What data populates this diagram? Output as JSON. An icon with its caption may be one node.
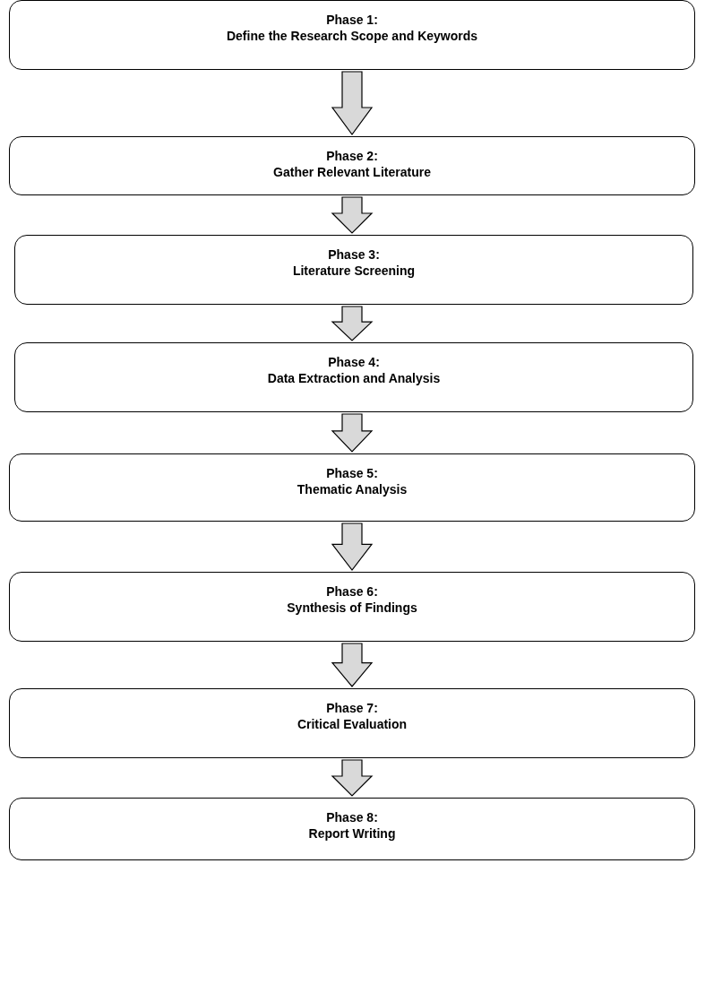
{
  "diagram": {
    "nodes": [
      {
        "text": [
          "Phase 1:",
          "Define the Research Scope and Keywords"
        ]
      },
      {
        "text": [
          "Phase 2:",
          "Gather Relevant Literature"
        ]
      },
      {
        "text": [
          "Phase 3:",
          "Literature Screening"
        ]
      },
      {
        "text": [
          "Phase 4:",
          "Data Extraction and Analysis"
        ]
      },
      {
        "text": [
          "Phase 5:",
          "Thematic Analysis"
        ]
      },
      {
        "text": [
          "Phase 6:",
          "Synthesis of Findings"
        ]
      },
      {
        "text": [
          "Phase 7:",
          "Critical Evaluation"
        ]
      },
      {
        "text": [
          "Phase 8:",
          "Report Writing"
        ]
      }
    ],
    "edges": [
      {
        "from": 0,
        "to": 1,
        "arrow": "to"
      },
      {
        "from": 1,
        "to": 2,
        "arrow": "to"
      },
      {
        "from": 2,
        "to": 3,
        "arrow": "to"
      },
      {
        "from": 3,
        "to": 4,
        "arrow": "to"
      },
      {
        "from": 4,
        "to": 5,
        "arrow": "to"
      },
      {
        "from": 5,
        "to": 6,
        "arrow": "to"
      },
      {
        "from": 6,
        "to": 7,
        "arrow": "to"
      }
    ]
  }
}
